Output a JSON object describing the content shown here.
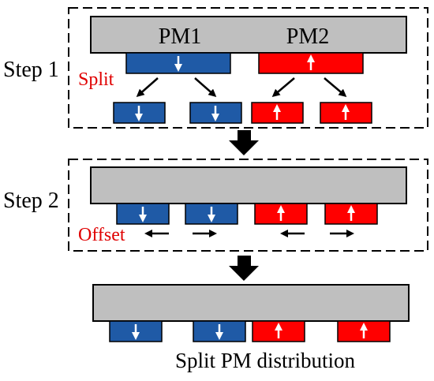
{
  "labels": {
    "step1": "Step 1",
    "step2": "Step 2",
    "split": "Split",
    "offset": "Offset",
    "pm1": "PM1",
    "pm2": "PM2",
    "caption": "Split PM distribution"
  },
  "colors": {
    "blue_magnet": "#1f5aa6",
    "red_magnet": "#ff0000",
    "gray_body": "#bfbfbf",
    "label_red": "#e00000",
    "outline": "#000000"
  },
  "icons": {
    "magnetization_down": "white-down-arrow",
    "magnetization_up": "white-up-arrow",
    "stage_transition": "black-down-arrow",
    "offset_direction": "left-right-arrows"
  }
}
